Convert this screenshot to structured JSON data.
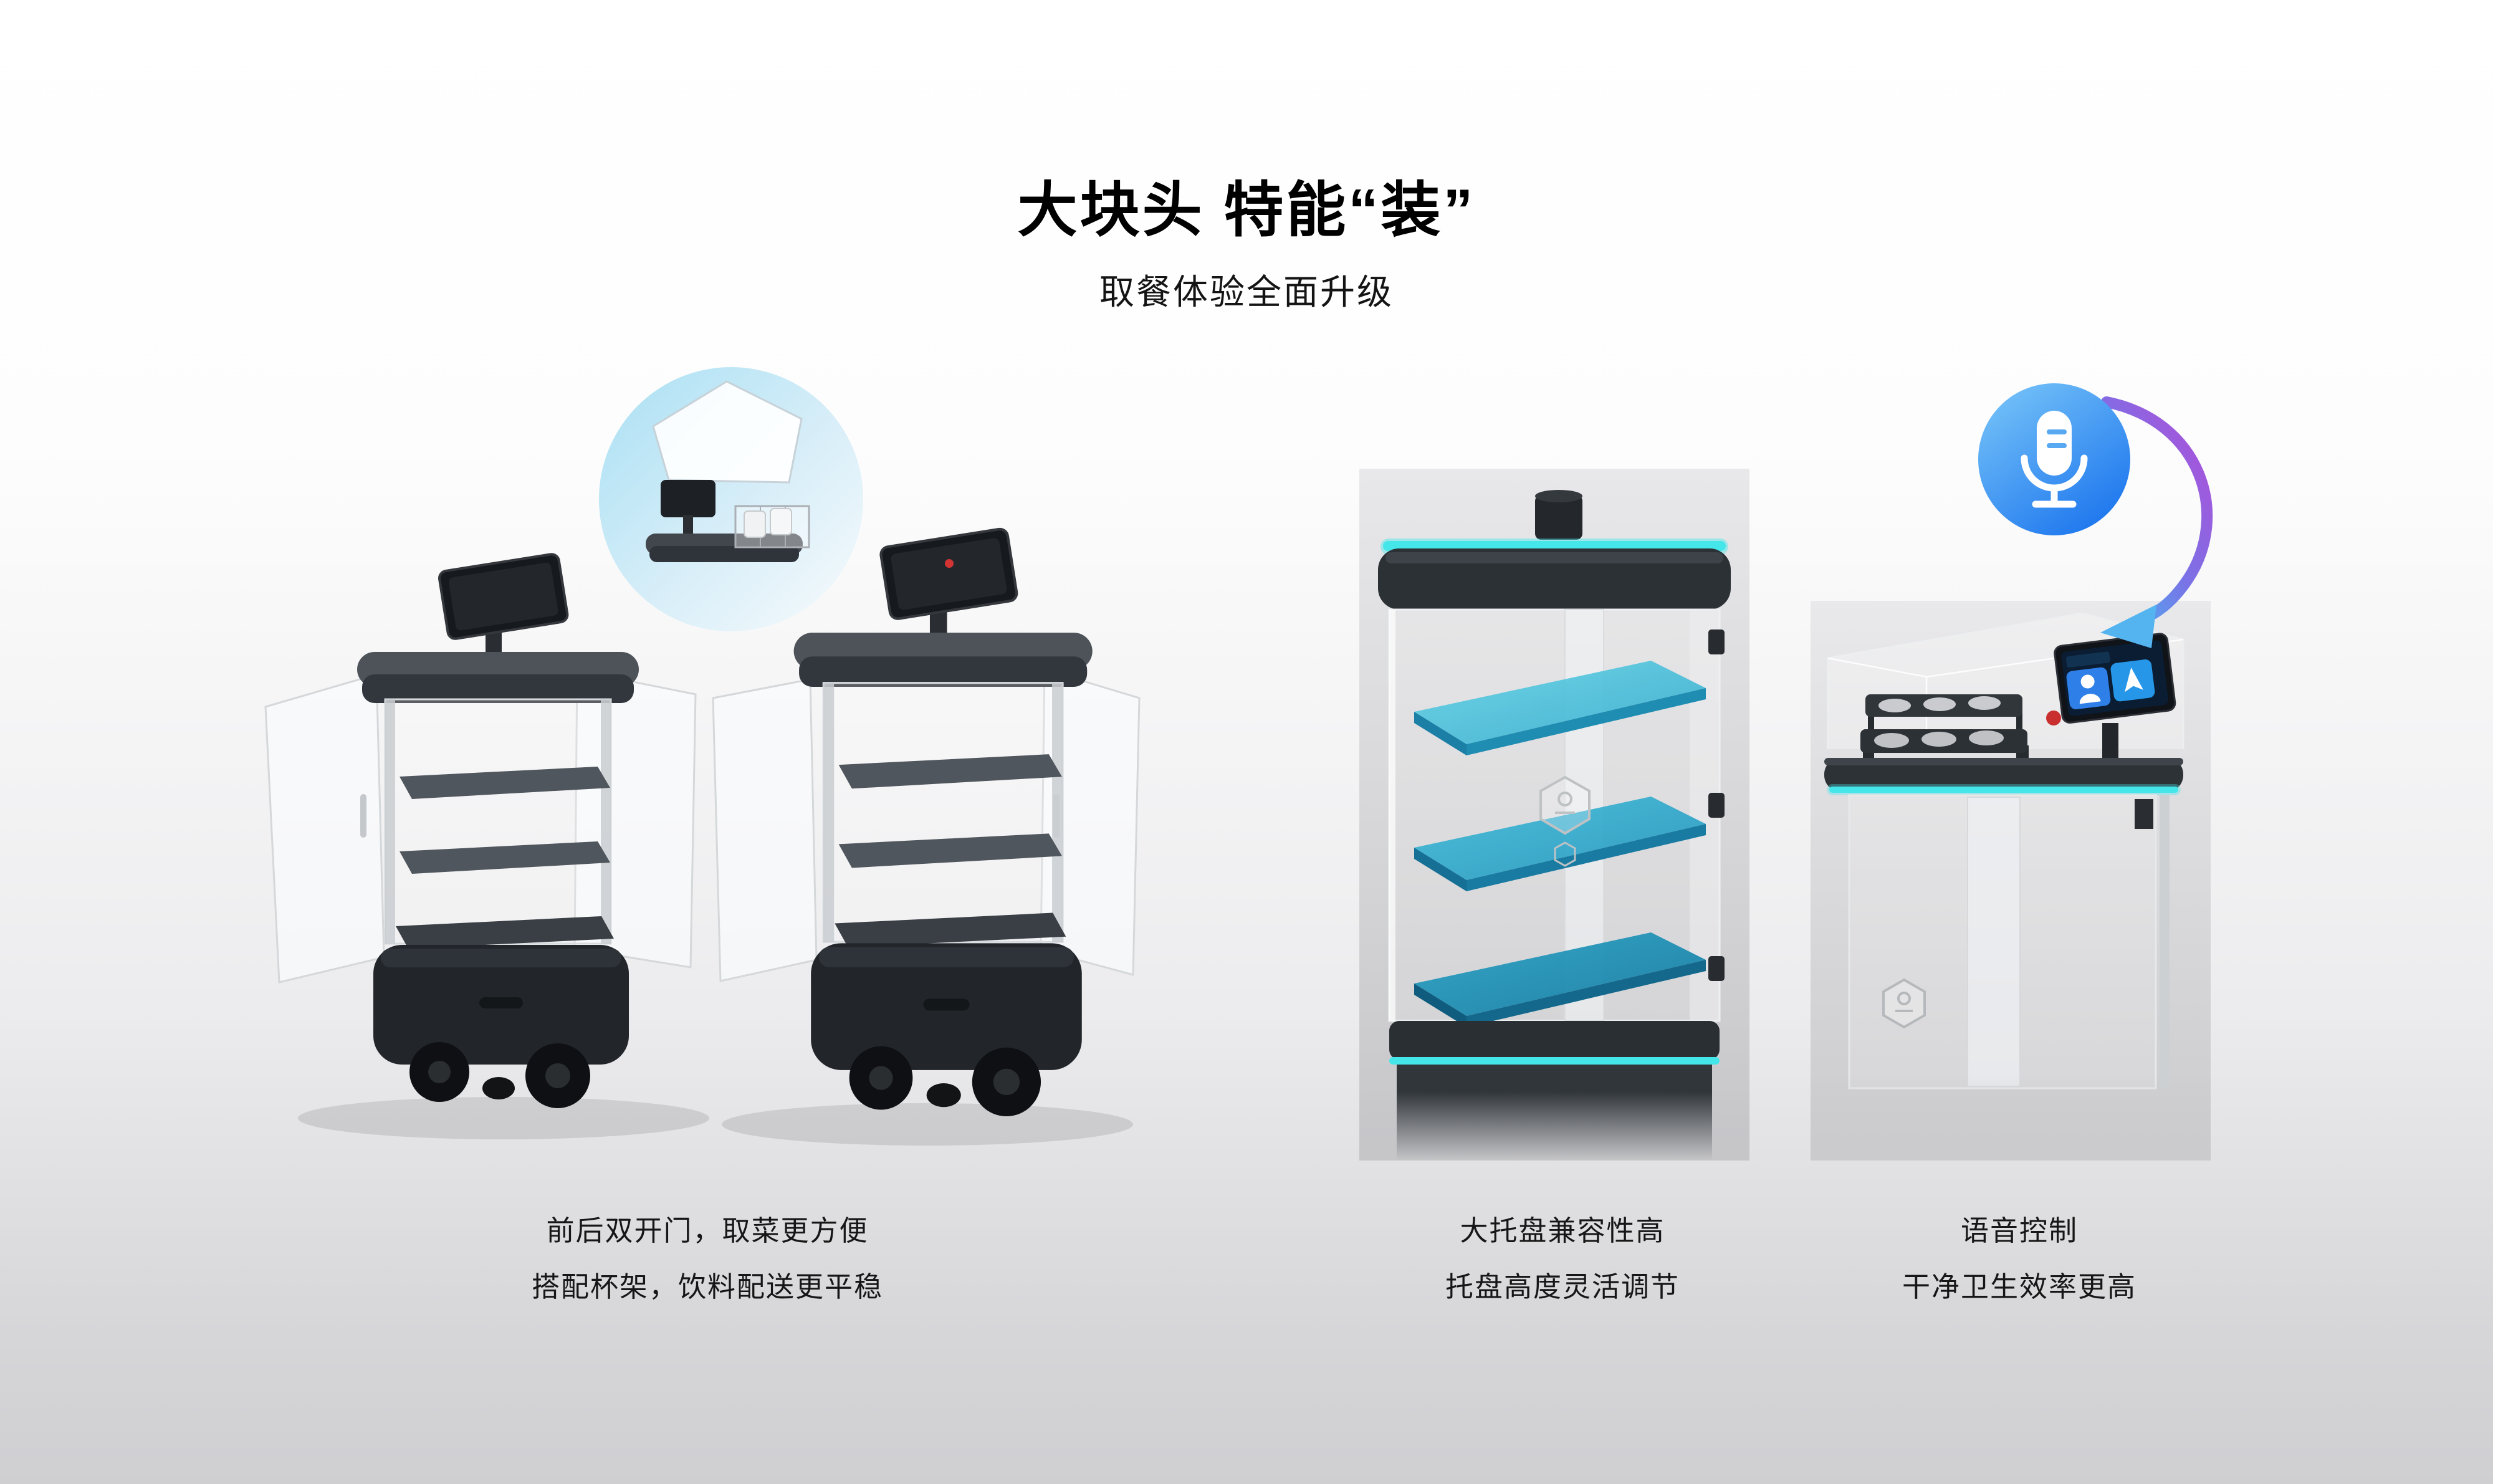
{
  "page": {
    "title": "大块头 特能“装”",
    "subtitle": "取餐体验全面升级"
  },
  "features": [
    {
      "id": "double-doors",
      "caption_line1": "前后双开门，取菜更方便",
      "caption_line2": "搭配杯架，饮料配送更平稳"
    },
    {
      "id": "big-tray",
      "caption_line1": "大托盘兼容性高",
      "caption_line2": "托盘高度灵活调节"
    },
    {
      "id": "voice-control",
      "caption_line1": "语音控制",
      "caption_line2": "干净卫生效率更高"
    }
  ],
  "icons": {
    "microphone": "microphone-in-blue-circle",
    "voice_arrow": "curved-gradient-arrow",
    "brand_logo": "hexagon-robot-logo"
  },
  "colors": {
    "accent_cyan": "#45e6ea",
    "tray_teal": "#2fa9cd",
    "mic_blue": "#2e86ef",
    "arrow_purple": "#b04ed8",
    "background_bottom_gray": "#cfcfd2"
  }
}
